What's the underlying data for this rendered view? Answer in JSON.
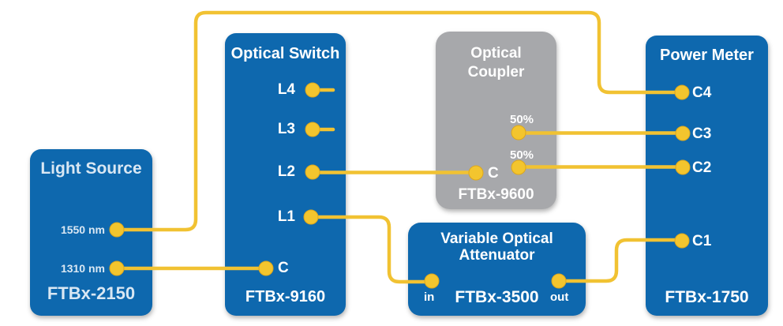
{
  "colors": {
    "device_blue": "#0e68ae",
    "coupler_gray": "#a7a8ab",
    "cable_yellow": "#f1c232",
    "text_white": "#ffffff",
    "light_source_text": "#d9e7f3"
  },
  "devices": {
    "light_source": {
      "title": "Light Source",
      "model": "FTBx-2150",
      "ports": {
        "p1550": "1550 nm",
        "p1310": "1310 nm"
      }
    },
    "optical_switch": {
      "title": "Optical Switch",
      "model": "FTBx-9160",
      "ports": {
        "l4": "L4",
        "l3": "L3",
        "l2": "L2",
        "l1": "L1",
        "c": "C"
      }
    },
    "optical_coupler": {
      "title": "Optical Coupler",
      "model": "FTBx-9600",
      "ports": {
        "split_top": "50%",
        "split_bottom": "50%",
        "c": "C"
      }
    },
    "attenuator": {
      "title": "Variable Optical Attenuator",
      "model": "FTBx-3500",
      "ports": {
        "in": "in",
        "out": "out"
      }
    },
    "power_meter": {
      "title": "Power Meter",
      "model": "FTBx-1750",
      "ports": {
        "c4": "C4",
        "c3": "C3",
        "c2": "C2",
        "c1": "C1"
      }
    }
  },
  "connections": [
    {
      "from": "Light Source 1550 nm",
      "to": "Power Meter C4"
    },
    {
      "from": "Light Source 1310 nm",
      "to": "Optical Switch C"
    },
    {
      "from": "Optical Switch L2",
      "to": "Optical Coupler C"
    },
    {
      "from": "Optical Switch L1",
      "to": "Variable Optical Attenuator in"
    },
    {
      "from": "Optical Coupler 50% top",
      "to": "Power Meter C3"
    },
    {
      "from": "Optical Coupler 50% bottom",
      "to": "Power Meter C2"
    },
    {
      "from": "Variable Optical Attenuator out",
      "to": "Power Meter C1"
    }
  ]
}
